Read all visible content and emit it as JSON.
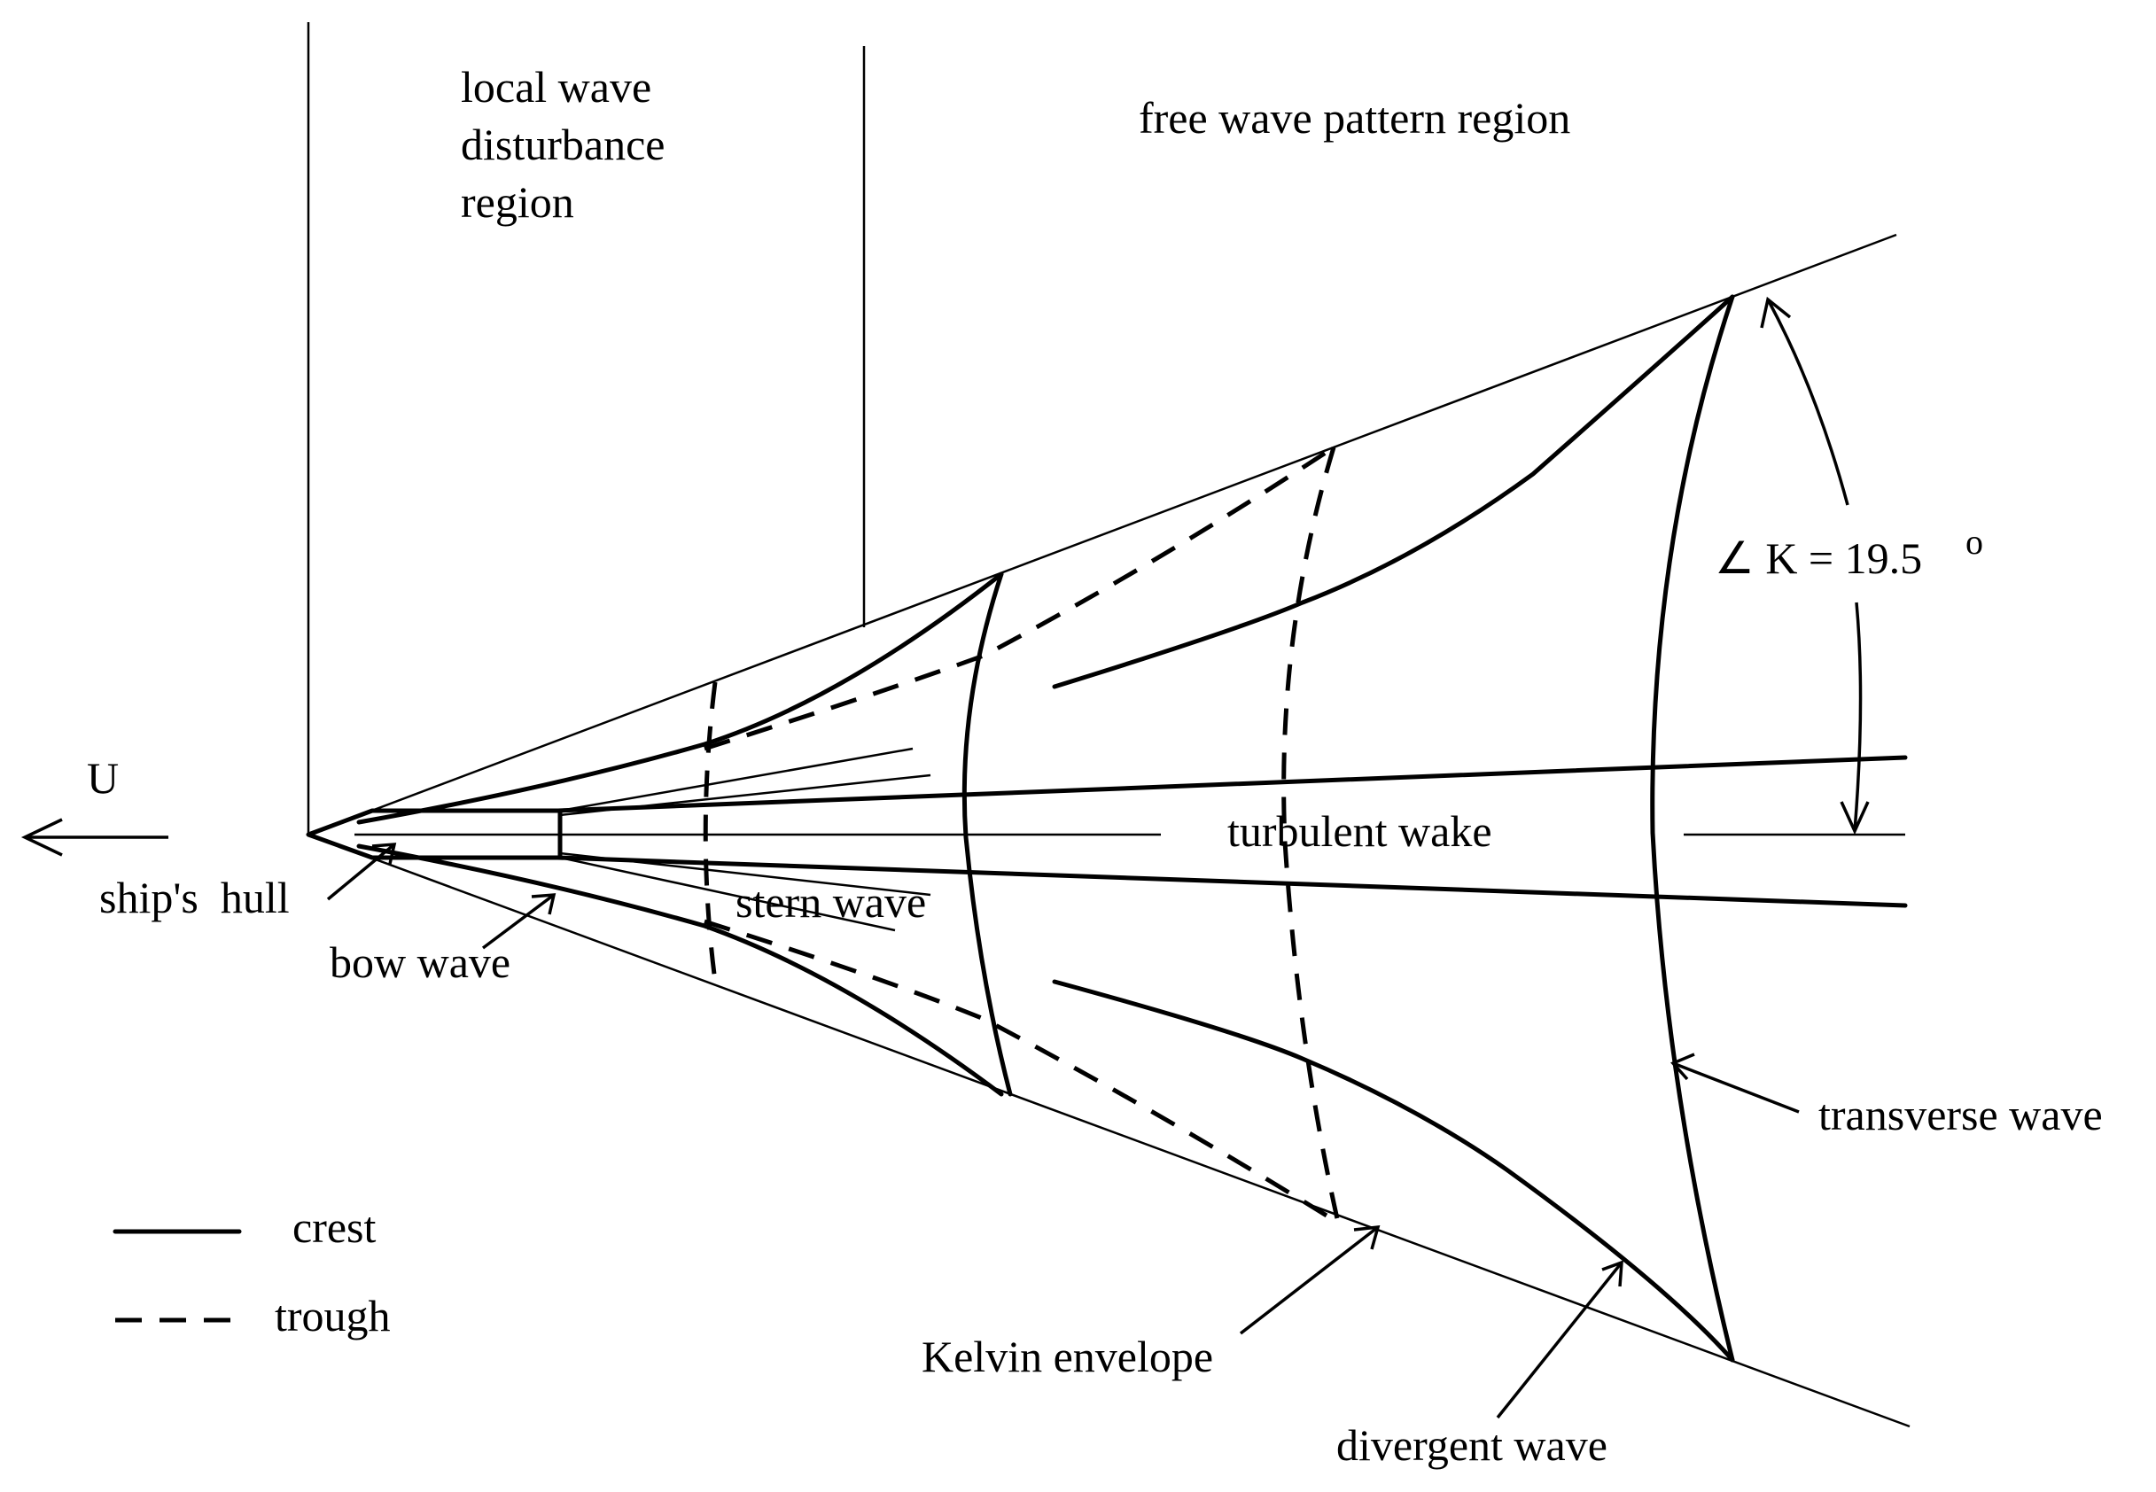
{
  "labels": {
    "local_region": [
      "local wave",
      "disturbance",
      "region"
    ],
    "free_region": "free wave pattern region",
    "velocity": "U",
    "ships_hull": "ship's  hull",
    "bow_wave": "bow wave",
    "stern_wave": "stern wave",
    "turbulent_wake": "turbulent wake",
    "angle": "∠ K = 19.5",
    "angle_unit": "o",
    "transverse_wave": "transverse wave",
    "kelvin_envelope": "Kelvin envelope",
    "divergent_wave": "divergent wave"
  },
  "legend": {
    "crest": "crest",
    "trough": "trough"
  }
}
